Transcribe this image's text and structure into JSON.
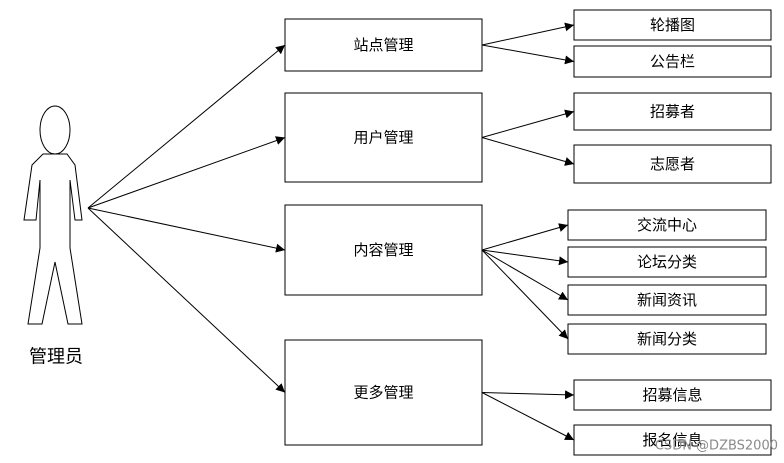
{
  "actor": {
    "label": "管理员"
  },
  "modules": [
    {
      "label": "站点管理",
      "children": [
        "轮播图",
        "公告栏"
      ]
    },
    {
      "label": "用户管理",
      "children": [
        "招募者",
        "志愿者"
      ]
    },
    {
      "label": "内容管理",
      "children": [
        "交流中心",
        "论坛分类",
        "新闻资讯",
        "新闻分类"
      ]
    },
    {
      "label": "更多管理",
      "children": [
        "招募信息",
        "报名信息"
      ]
    }
  ],
  "watermark": "CSDN @DZBS2000"
}
